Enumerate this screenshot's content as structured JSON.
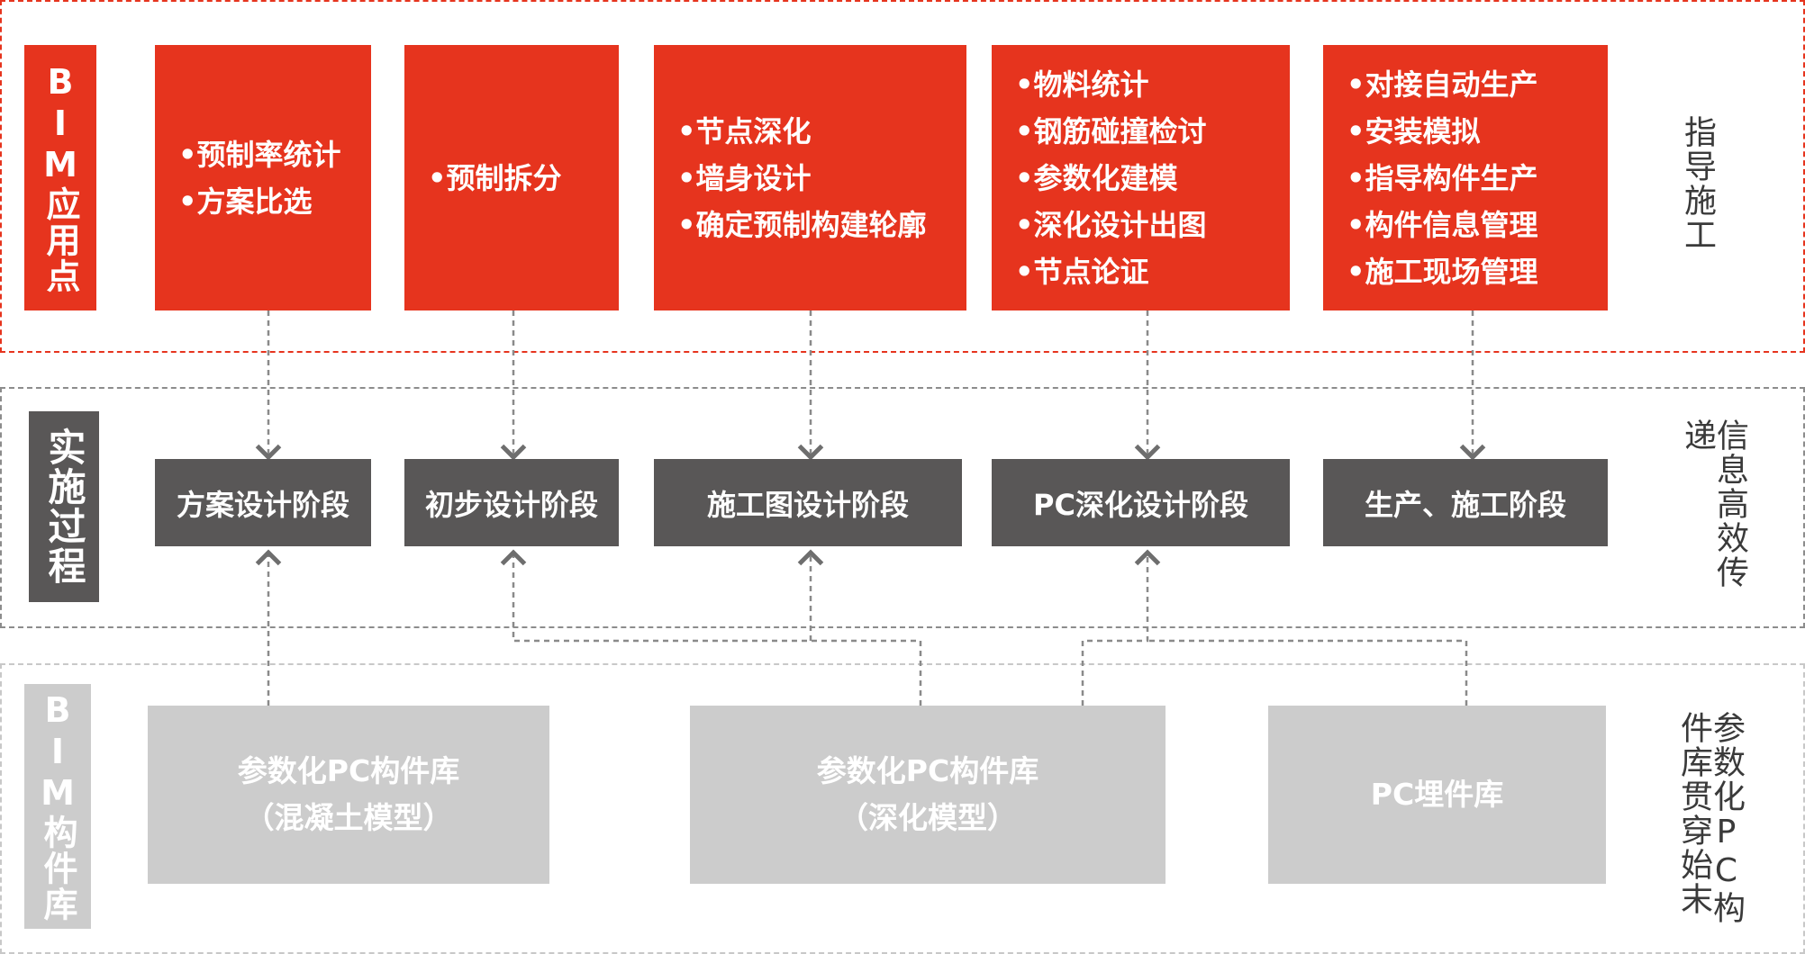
{
  "sections": {
    "bim_points": {
      "label": "BIM应用点",
      "side_note": "指导施工"
    },
    "process": {
      "label": "实施过程",
      "side_note": "信息高效传递"
    },
    "library": {
      "label": "BIM构件库",
      "side_note": "参数化PC构件库贯穿始末"
    }
  },
  "bim_boxes": [
    {
      "items": [
        "•预制率统计",
        "•方案比选"
      ]
    },
    {
      "items": [
        "•预制拆分"
      ]
    },
    {
      "items": [
        "•节点深化",
        "•墙身设计",
        "•确定预制构建轮廓"
      ]
    },
    {
      "items": [
        "•物料统计",
        "•钢筋碰撞检讨",
        "•参数化建模",
        "•深化设计出图",
        "•节点论证"
      ]
    },
    {
      "items": [
        "•对接自动生产",
        "•安装模拟",
        "•指导构件生产",
        "•构件信息管理",
        "•施工现场管理"
      ]
    }
  ],
  "stages": [
    "方案设计阶段",
    "初步设计阶段",
    "施工图设计阶段",
    "PC深化设计阶段",
    "生产、施工阶段"
  ],
  "libraries": [
    {
      "line1": "参数化PC构件库",
      "line2": "（混凝土模型）"
    },
    {
      "line1": "参数化PC构件库",
      "line2": "（深化模型）"
    },
    {
      "line1": "PC埋件库",
      "line2": ""
    }
  ],
  "colors": {
    "red": "#e6341e",
    "dark": "#595757",
    "grey": "#cccccc"
  }
}
